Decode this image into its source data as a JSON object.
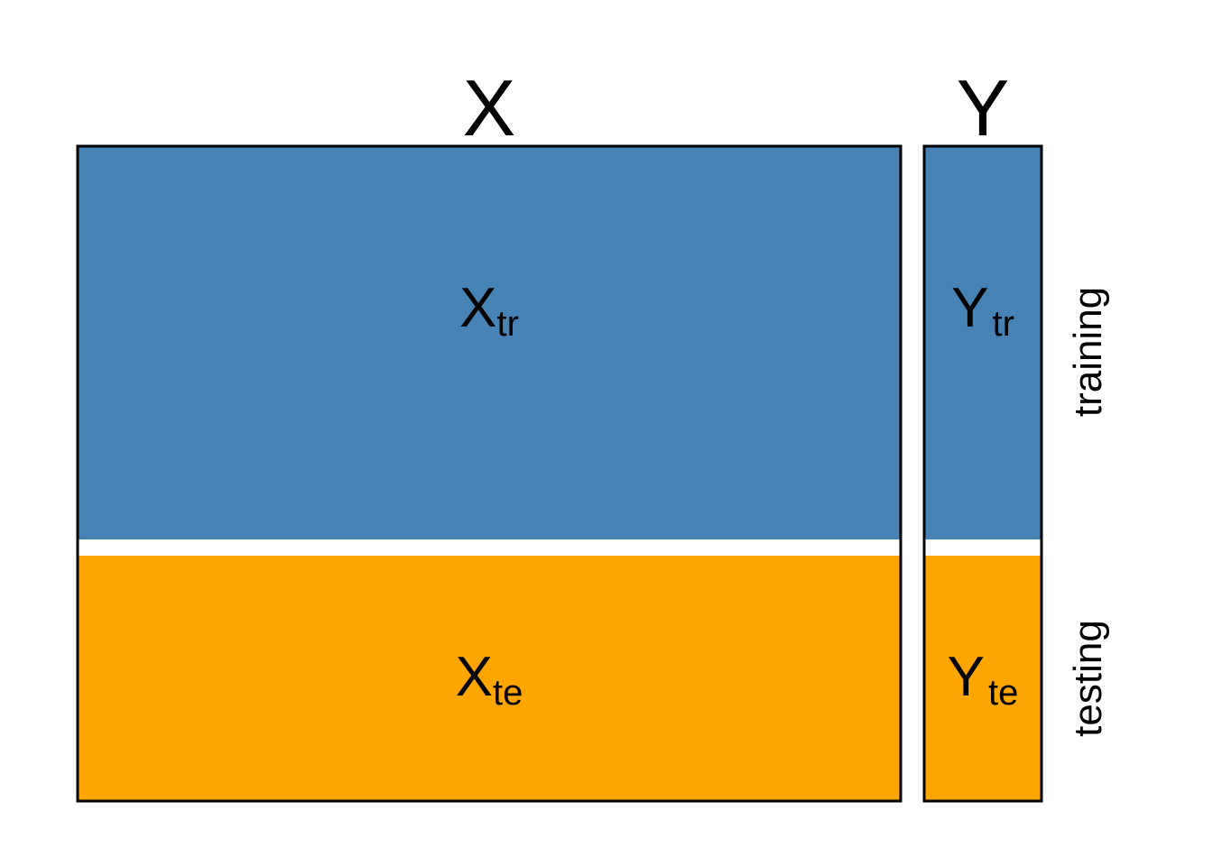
{
  "colors": {
    "training": "#4682B4",
    "testing": "#FFA500",
    "outline": "#000000",
    "gap": "#FFFFFF"
  },
  "matrices": [
    {
      "title": "X",
      "training": {
        "base": "X",
        "sub": "tr"
      },
      "testing": {
        "base": "X",
        "sub": "te"
      }
    },
    {
      "title": "Y",
      "training": {
        "base": "Y",
        "sub": "tr"
      },
      "testing": {
        "base": "Y",
        "sub": "te"
      }
    }
  ],
  "row_labels": {
    "training": "training",
    "testing": "testing"
  }
}
